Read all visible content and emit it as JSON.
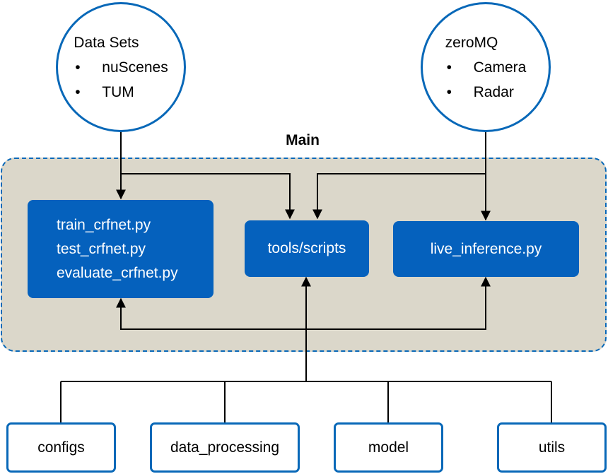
{
  "sources": {
    "datasets": {
      "title": "Data Sets",
      "items": [
        "nuScenes",
        "TUM"
      ]
    },
    "zeromq": {
      "title": "zeroMQ",
      "items": [
        "Camera",
        "Radar"
      ]
    }
  },
  "main": {
    "title": "Main",
    "train_box": {
      "lines": [
        "train_crfnet.py",
        "test_crfnet.py",
        "evaluate_crfnet.py"
      ]
    },
    "tools_box": {
      "label": "tools/scripts"
    },
    "live_box": {
      "label": "live_inference.py"
    }
  },
  "modules": [
    "configs",
    "data_processing",
    "model",
    "utils"
  ],
  "colors": {
    "accent_blue": "#0561bd",
    "border_blue": "#0868b8",
    "panel_fill": "#dbd7ca",
    "line": "#000000"
  }
}
